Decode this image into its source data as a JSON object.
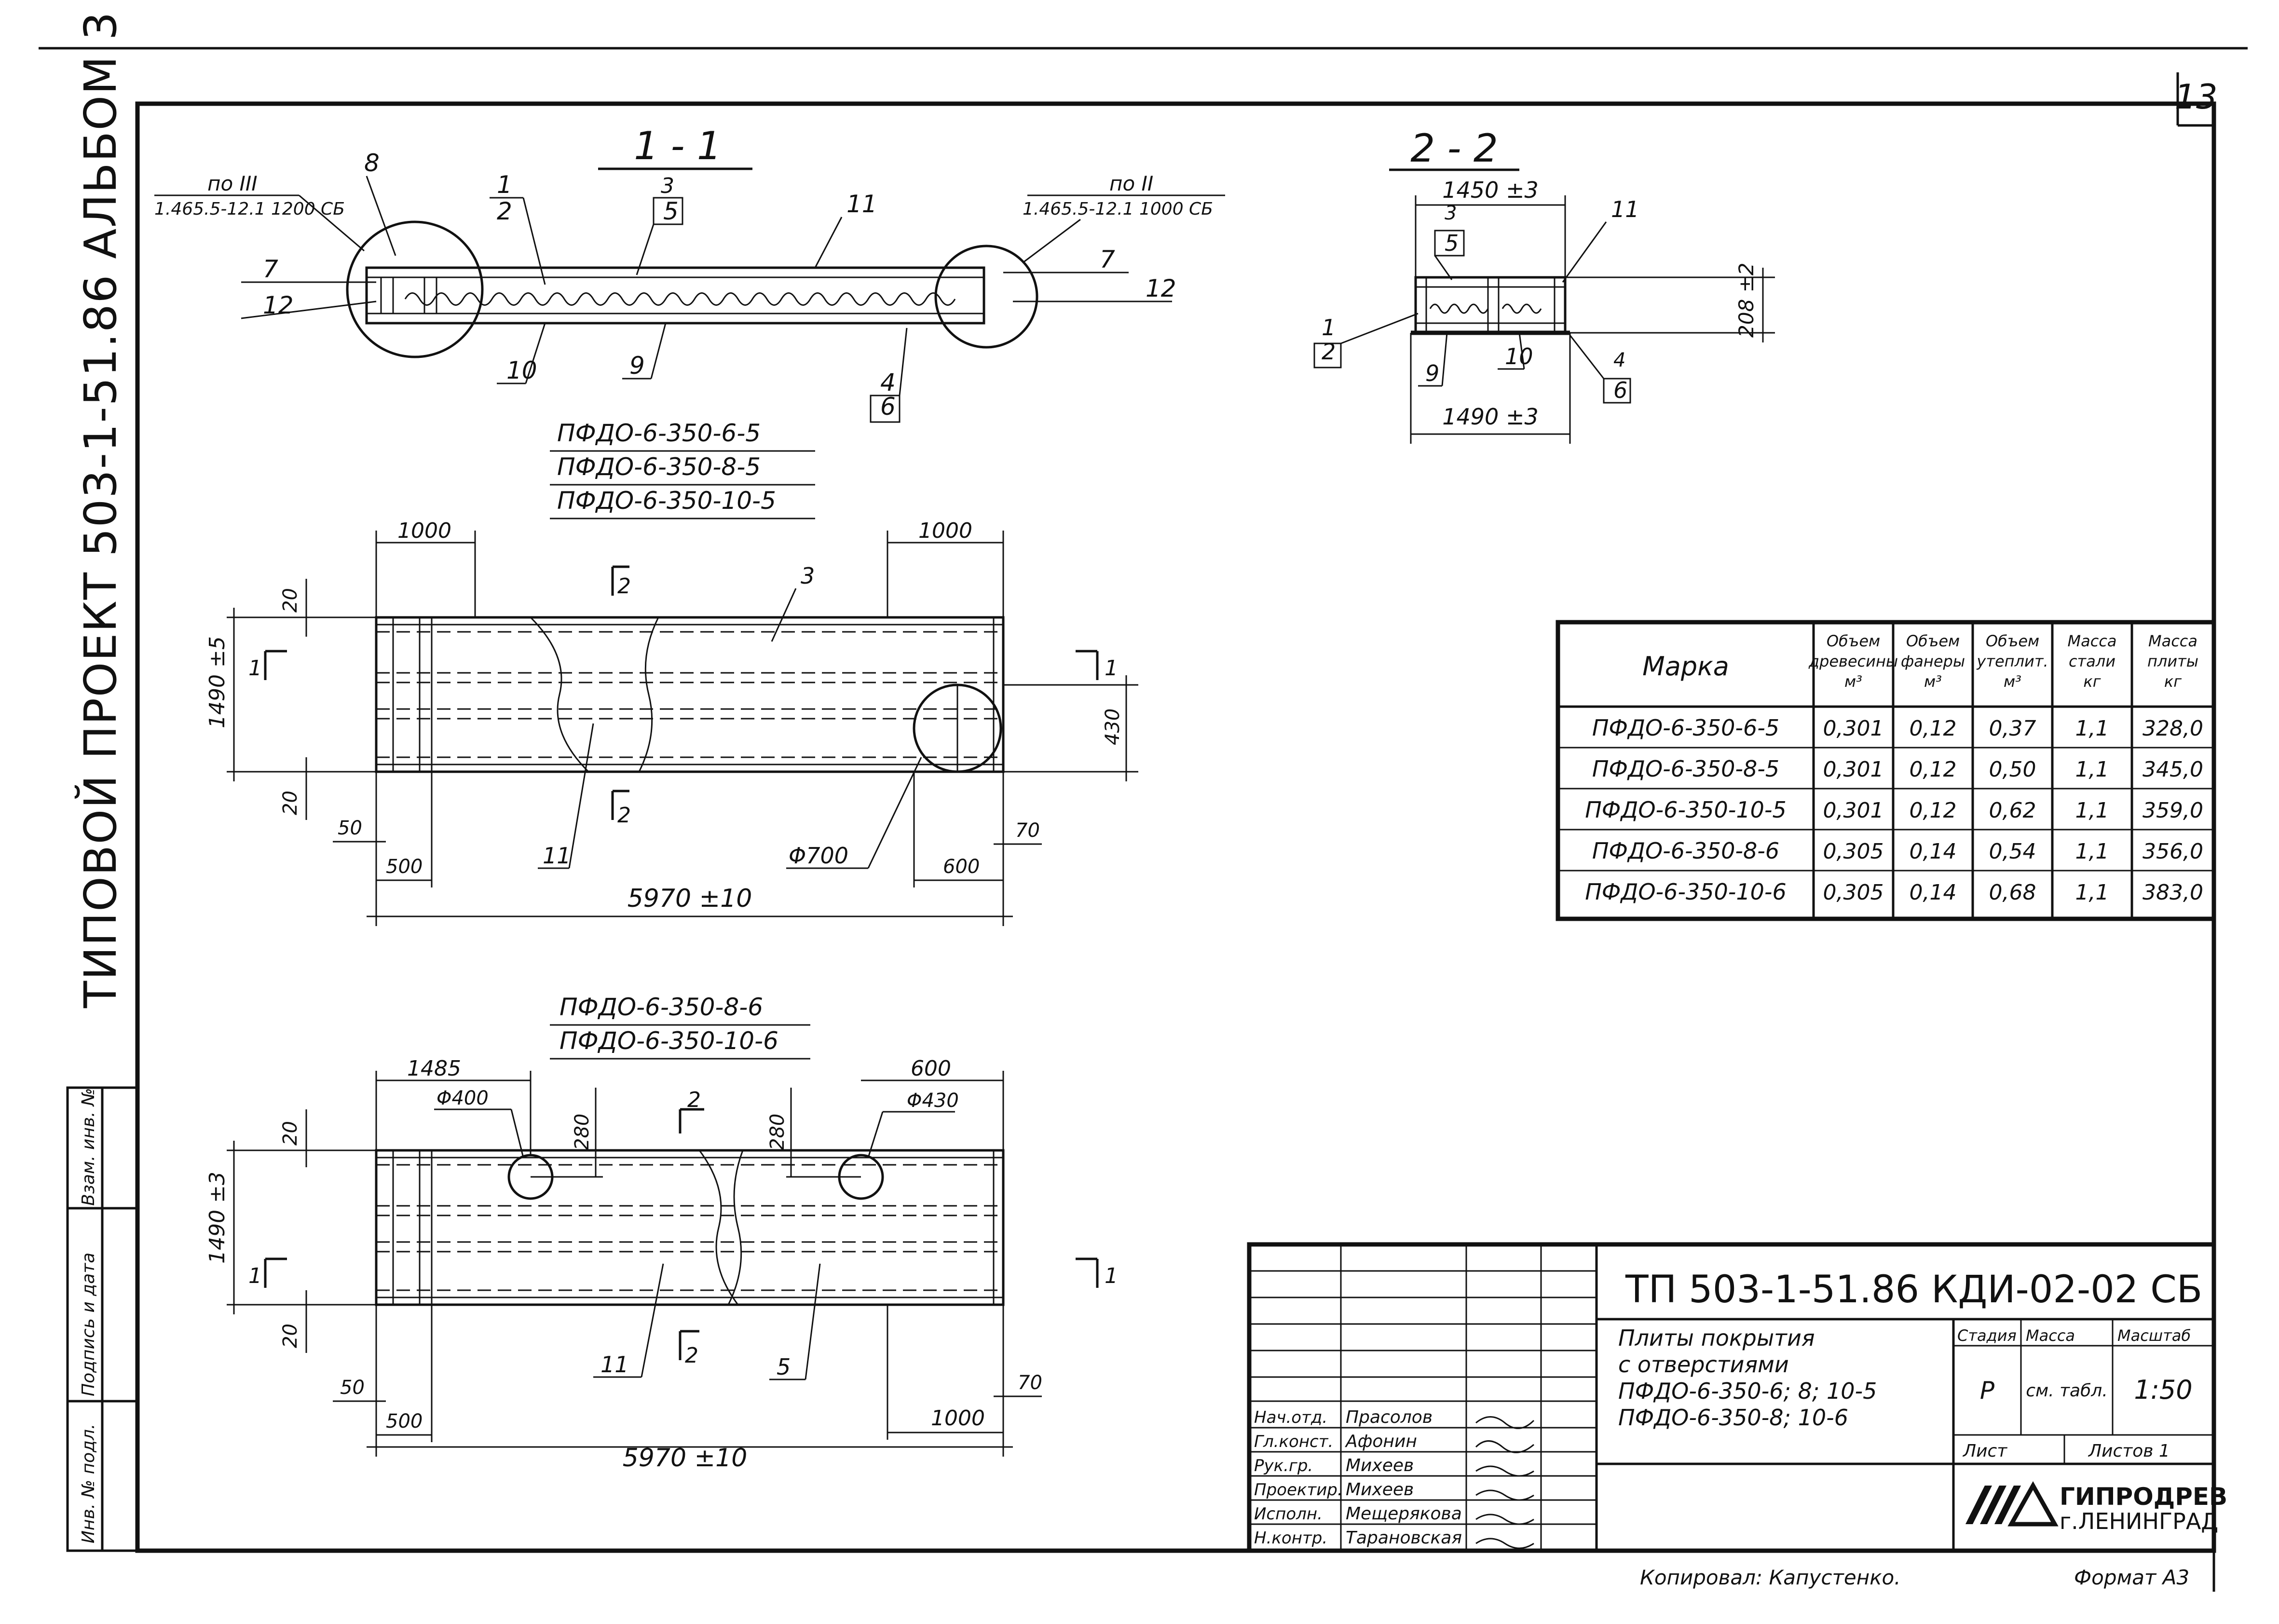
{
  "page_number": "13",
  "side_label": "ТИПОВОЙ ПРОЕКТ 503-1-51.86 АЛЬБОМ 3",
  "stamp_columns": [
    "Инв. № подл.",
    "Подпись и дата",
    "Взам. инв. №"
  ],
  "section_1": {
    "title": "1 - 1",
    "ref_left": {
      "line1": "по III",
      "line2": "1.465.5-12.1 1200 СБ"
    },
    "ref_right": {
      "line1": "по II",
      "line2": "1.465.5-12.1 1000 СБ"
    },
    "callouts": [
      "8",
      "1",
      "2",
      "3",
      "5",
      "11",
      "7",
      "12",
      "10",
      "9",
      "4",
      "6",
      "7",
      "12"
    ]
  },
  "section_2": {
    "title": "2 - 2",
    "dim_top": "1450 ±3",
    "dim_bottom": "1490 ±3",
    "dim_height": "208 ±2",
    "callouts": [
      "3",
      "5",
      "11",
      "1",
      "2",
      "9",
      "10",
      "4",
      "6"
    ]
  },
  "plan_1": {
    "marks": [
      "ПФДО-6-350-6-5",
      "ПФДО-6-350-8-5",
      "ПФДО-6-350-10-5"
    ],
    "dims": {
      "left_1000": "1000",
      "right_1000": "1000",
      "width": "1490 ±5",
      "edge_top": "20",
      "edge_bottom": "20",
      "d50": "50",
      "d500": "500",
      "d70": "70",
      "d600": "600",
      "d430": "430",
      "hole": "Φ700",
      "length": "5970 ±10"
    },
    "labels": {
      "section_2": "2",
      "section_1": "1",
      "c3": "3",
      "c11": "11"
    }
  },
  "plan_2": {
    "marks": [
      "ПФДО-6-350-8-6",
      "ПФДО-6-350-10-6"
    ],
    "dims": {
      "d1485": "1485",
      "hole_left": "Φ400",
      "d280a": "280",
      "d280b": "280",
      "d600": "600",
      "hole_right": "Φ430",
      "width": "1490 ±3",
      "edge_top": "20",
      "edge_bottom": "20",
      "d50": "50",
      "d500": "500",
      "d70": "70",
      "d1000": "1000",
      "length": "5970 ±10"
    },
    "labels": {
      "section_2": "2",
      "section_1": "1",
      "c11": "11",
      "c5": "5"
    }
  },
  "spec_table": {
    "headers": [
      "Марка",
      "Объем древесины м³",
      "Объем фанеры м³",
      "Объем утеплит. м³",
      "Масса стали кг",
      "Масса плиты кг"
    ],
    "rows": [
      [
        "ПФДО-6-350-6-5",
        "0,301",
        "0,12",
        "0,37",
        "1,1",
        "328,0"
      ],
      [
        "ПФДО-6-350-8-5",
        "0,301",
        "0,12",
        "0,50",
        "1,1",
        "345,0"
      ],
      [
        "ПФДО-6-350-10-5",
        "0,301",
        "0,12",
        "0,62",
        "1,1",
        "359,0"
      ],
      [
        "ПФДО-6-350-8-6",
        "0,305",
        "0,14",
        "0,54",
        "1,1",
        "356,0"
      ],
      [
        "ПФДО-6-350-10-6",
        "0,305",
        "0,14",
        "0,68",
        "1,1",
        "383,0"
      ]
    ]
  },
  "title_block": {
    "code": "ТП 503-1-51.86 КДИ-02-02 СБ",
    "description": [
      "Плиты покрытия",
      "с отверстиями",
      "ПФДО-6-350-6; 8; 10-5",
      "ПФДО-6-350-8; 10-6"
    ],
    "col_stage": "Стадия",
    "col_mass": "Масса",
    "col_scale": "Масштаб",
    "stage": "Р",
    "mass": "см. табл.",
    "scale": "1:50",
    "sheet": "Лист",
    "sheets": "Листов 1",
    "org": "ГИПРОДРЕВ",
    "city": "г.ЛЕНИНГРАД",
    "staff": [
      {
        "role": "Нач.отд.",
        "name": "Прасолов"
      },
      {
        "role": "Гл.конст.",
        "name": "Афонин"
      },
      {
        "role": "Рук.гр.",
        "name": "Михеев"
      },
      {
        "role": "Проектир.",
        "name": "Михеев"
      },
      {
        "role": "Исполн.",
        "name": "Мещерякова"
      },
      {
        "role": "Н.контр.",
        "name": "Тарановская"
      }
    ]
  },
  "footer": {
    "copied": "Копировал: Капустенко.",
    "format": "Формат А3"
  }
}
